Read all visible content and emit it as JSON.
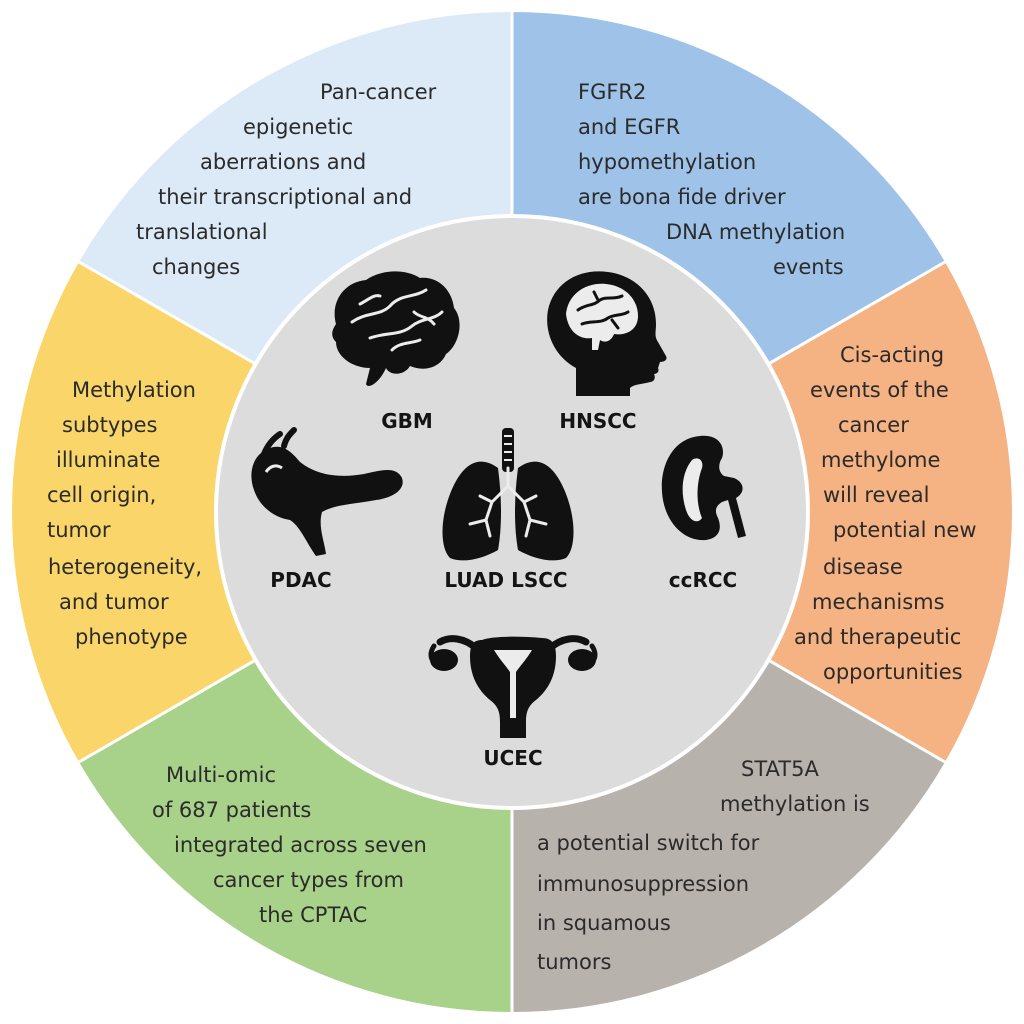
{
  "colors": {
    "center": "#dcdcdc",
    "border": "#ffffff",
    "top_left": "#dce9f6",
    "top_right": "#9fc3e8",
    "right": "#f5b282",
    "bottom_right": "#b8b2ad",
    "bottom_left": "#a8d18a",
    "left": "#fad66a",
    "icon": "#111111"
  },
  "segments": {
    "top_left": {
      "lines": [
        "Pan-cancer",
        "epigenetic",
        "aberrations and",
        "their transcriptional and",
        "translational",
        "changes"
      ]
    },
    "top_right": {
      "lines": [
        "FGFR2",
        "and EGFR",
        "hypomethylation",
        "are bona fide driver",
        "DNA methylation",
        "events"
      ]
    },
    "right": {
      "lines": [
        "Cis-acting",
        "events of the",
        "cancer",
        "methylome",
        "will reveal",
        "potential new",
        "disease",
        "mechanisms",
        "and therapeutic",
        "opportunities"
      ]
    },
    "bottom_right": {
      "lines": [
        "STAT5A",
        "methylation is",
        "a potential switch for",
        "immunosuppression",
        "in squamous",
        "tumors"
      ]
    },
    "bottom_left": {
      "lines": [
        "Multi-omic",
        "of 687 patients",
        "integrated across seven",
        "cancer types from",
        "the CPTAC"
      ]
    },
    "left": {
      "lines": [
        "Methylation",
        "subtypes",
        "illuminate",
        "cell origin,",
        "tumor",
        "heterogeneity,",
        "and tumor",
        "phenotype"
      ]
    }
  },
  "organs": {
    "gbm": {
      "label": "GBM",
      "icon": "brain-icon"
    },
    "hnscc": {
      "label": "HNSCC",
      "icon": "head-brain-icon"
    },
    "pdac": {
      "label": "PDAC",
      "icon": "pancreas-icon"
    },
    "luad_lscc": {
      "label": "LUAD LSCC",
      "icon": "lungs-icon"
    },
    "ccrcc": {
      "label": "ccRCC",
      "icon": "kidney-icon"
    },
    "ucec": {
      "label": "UCEC",
      "icon": "uterus-icon"
    }
  }
}
